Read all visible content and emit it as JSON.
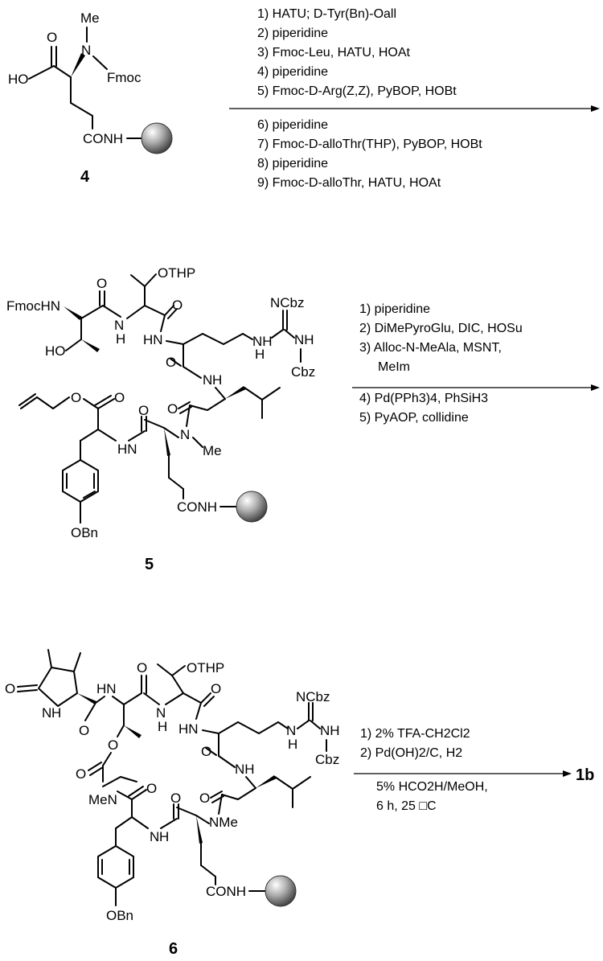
{
  "compounds": {
    "c4": {
      "number": "4",
      "labels": {
        "me": "Me",
        "n": "N",
        "fmoc": "Fmoc",
        "ho": "HO",
        "o": "O",
        "conh": "CONH"
      }
    },
    "c5": {
      "number": "5",
      "labels": {
        "othp": "OTHP",
        "fmochn": "FmocHN",
        "ho": "HO",
        "o1": "O",
        "o2": "O",
        "o3": "O",
        "o4": "O",
        "o5": "O",
        "o6": "O",
        "hn1": "HN",
        "n1": "N",
        "h1": "H",
        "hn2": "HN",
        "ncbz": "NCbz",
        "nh1": "NH",
        "cbz": "Cbz",
        "nh2": "NH",
        "n2": "N",
        "me": "Me",
        "h2": "H",
        "nh3": "N",
        "obn": "OBn",
        "conh": "CONH",
        "o_allyl": "O"
      }
    },
    "c6": {
      "number": "6",
      "labels": {
        "othp": "OTHP",
        "o_lac": "O",
        "hn": "HN",
        "n1": "N",
        "h1": "H",
        "o1": "O",
        "o2": "O",
        "o3": "O",
        "o4": "O",
        "o5": "O",
        "o6": "O",
        "o7": "O",
        "hn2": "HN",
        "n2": "N",
        "h2": "H",
        "ncbz": "NCbz",
        "nh1": "NH",
        "cbz": "Cbz",
        "nh2": "NH",
        "men": "MeN",
        "nme": "NMe",
        "n3": "N",
        "h3": "H",
        "obn": "OBn",
        "conh": "CONH",
        "o_py": "O",
        "h4": "H",
        "n4": "N"
      }
    }
  },
  "step1": {
    "above": [
      "1) HATU; D-Tyr(Bn)-Oall",
      "2) piperidine",
      "3) Fmoc-Leu, HATU, HOAt",
      "4) piperidine",
      "5)  Fmoc-D-Arg(Z,Z), PyBOP, HOBt"
    ],
    "below": [
      "6) piperidine",
      "7) Fmoc-D-alloThr(THP), PyBOP, HOBt",
      "8) piperidine",
      "9) Fmoc-D-alloThr, HATU, HOAt"
    ]
  },
  "step2": {
    "above": [
      "1) piperidine",
      "2) DiMePyroGlu, DIC, HOSu",
      "3) Alloc-N-MeAla, MSNT,",
      "MeIm"
    ],
    "below": [
      "4) Pd(PPh3)4, PhSiH3",
      "5) PyAOP, collidine"
    ]
  },
  "step3": {
    "above": [
      "1) 2% TFA-CH2Cl2",
      "2) Pd(OH)2/C, H2"
    ],
    "below": [
      "5% HCO2H/MeOH,",
      "6 h, 25 □C"
    ]
  },
  "product": "1b"
}
